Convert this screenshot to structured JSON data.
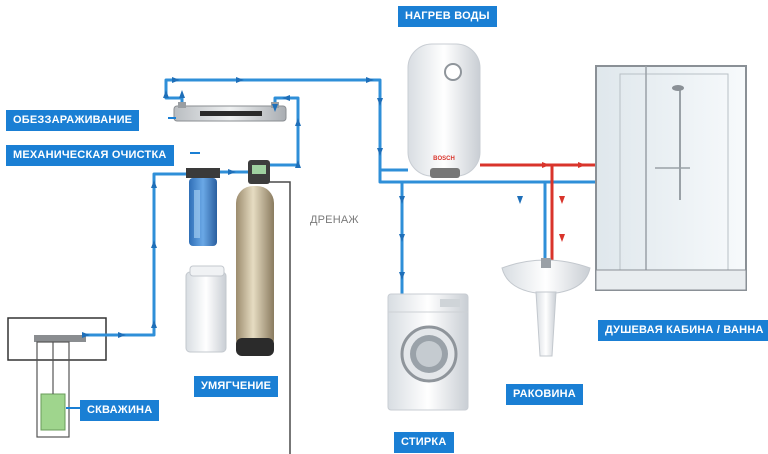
{
  "labels": {
    "heating": "НАГРЕВ ВОДЫ",
    "disinfection": "ОБЕЗЗАРАЖИВАНИЕ",
    "mechanical": "МЕХАНИЧЕСКАЯ ОЧИСТКА",
    "drain": "ДРЕНАЖ",
    "softening": "УМЯГЧЕНИЕ",
    "well": "СКВАЖИНА",
    "washing": "СТИРКА",
    "sink": "РАКОВИНА",
    "shower": "ДУШЕВАЯ КАБИНА / ВАННА"
  },
  "boiler": {
    "brand": "BOSCH"
  },
  "colors": {
    "cold_pipe": "#2f8fd8",
    "hot_pipe": "#d9342b",
    "label_bg": "#1a7fd4",
    "label_text": "#ffffff"
  }
}
